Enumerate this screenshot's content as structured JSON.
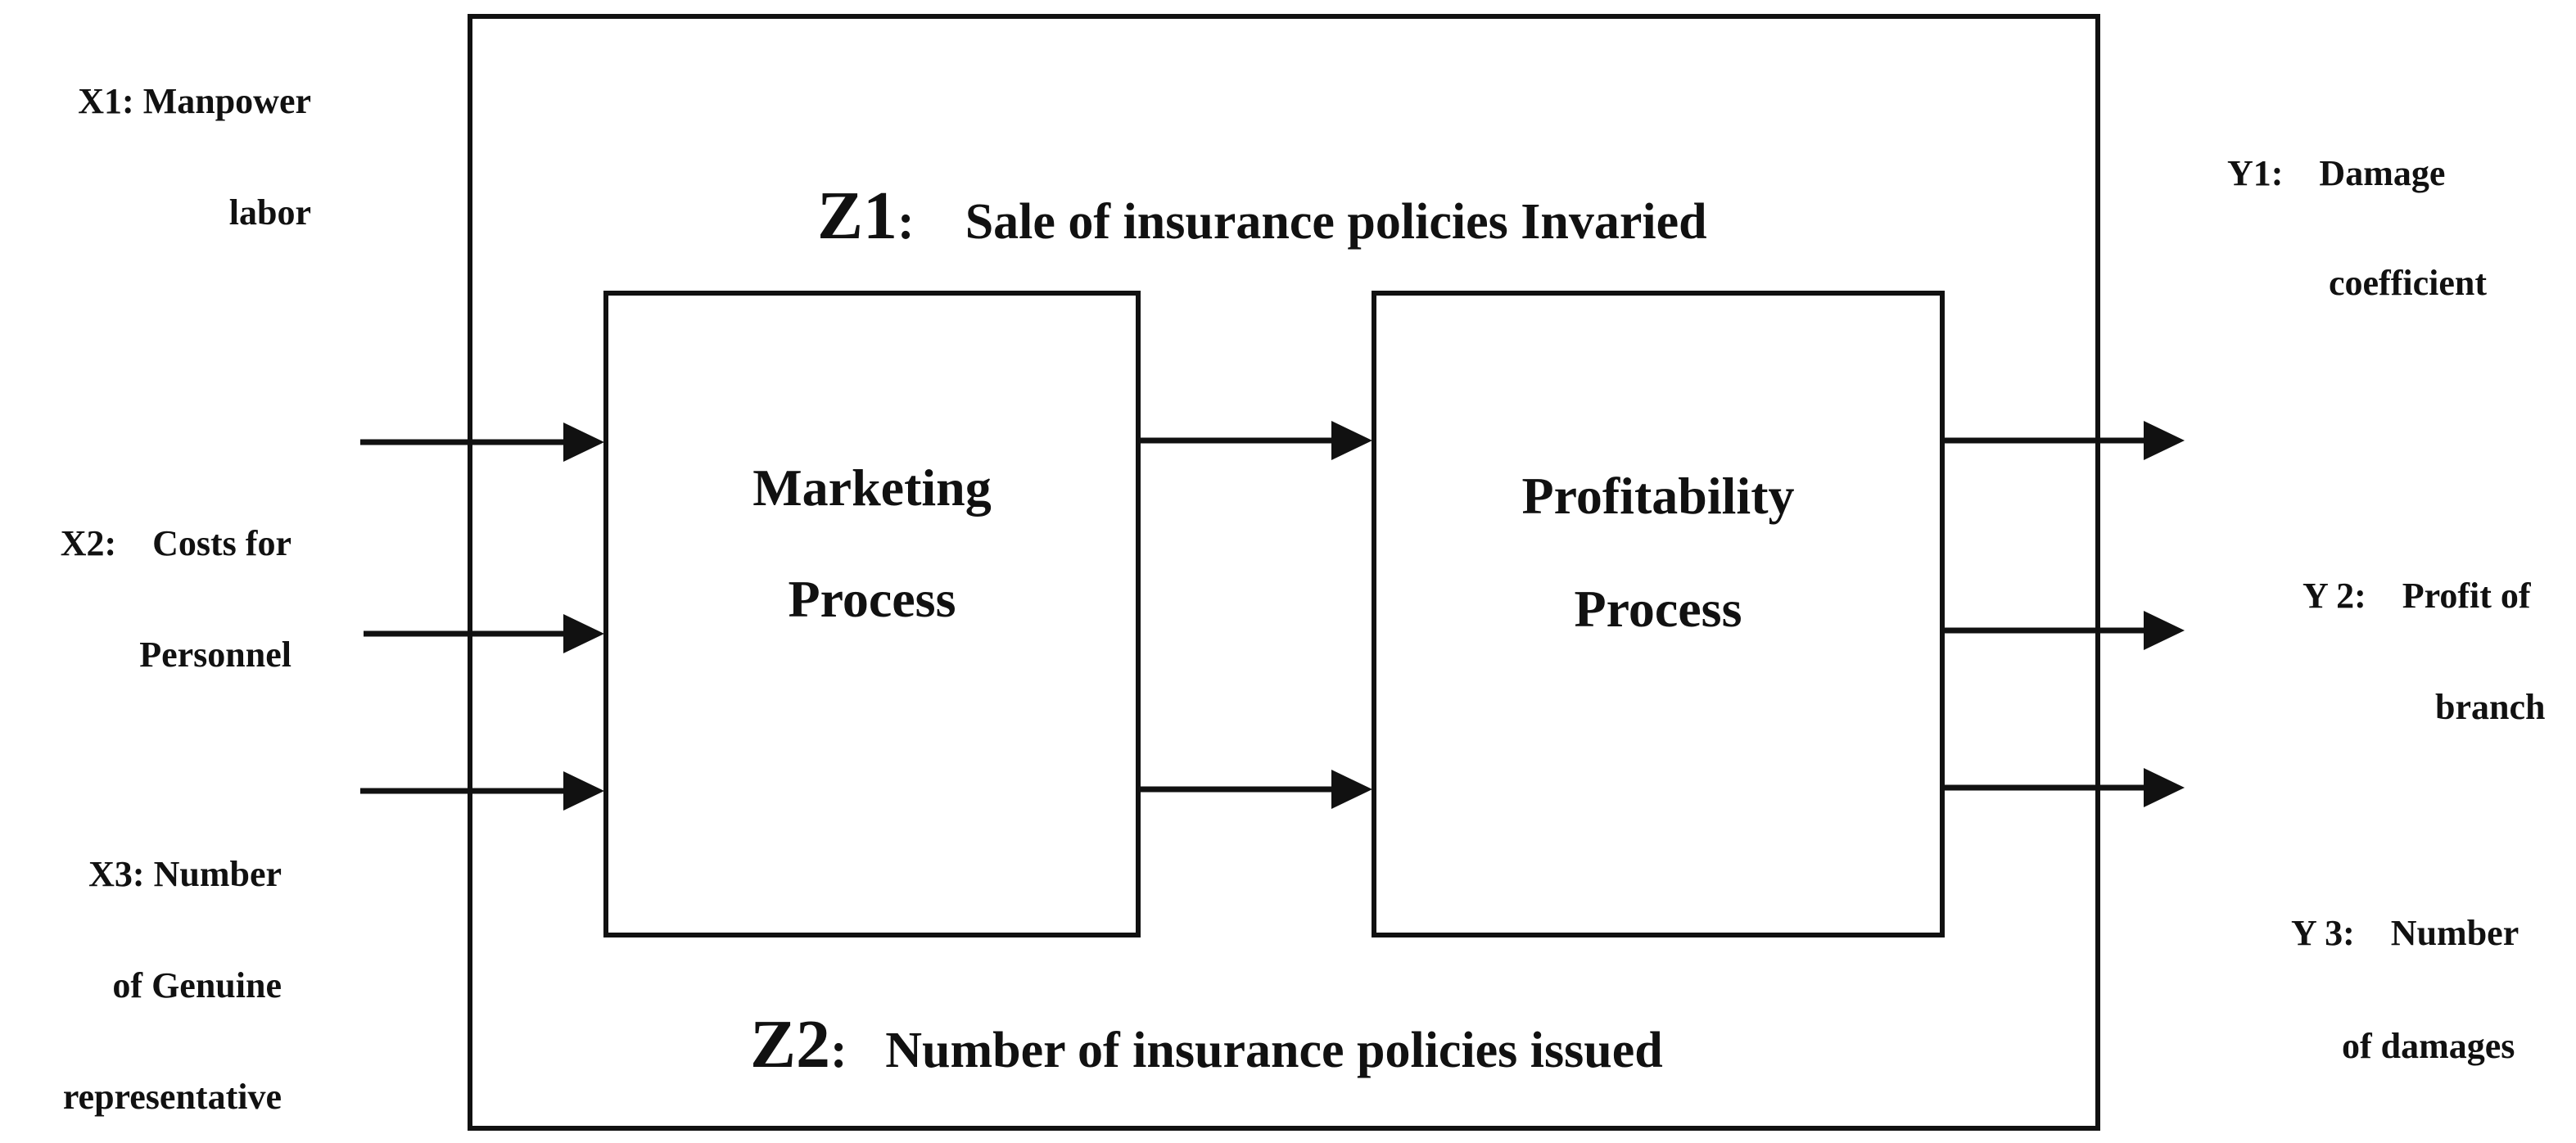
{
  "colors": {
    "stroke": "#111111",
    "background": "#ffffff"
  },
  "inputs": {
    "x1": {
      "line1": "X1: Manpower",
      "line2": "labor"
    },
    "x2": {
      "line1": "X2:    Costs for",
      "line2": "Personnel"
    },
    "x3": {
      "line1": "X3: Number",
      "line2": "of Genuine",
      "line3": "representative"
    }
  },
  "outputs": {
    "y1": {
      "line1": "Y1:    Damage",
      "line2": "coefficient"
    },
    "y2": {
      "line1": "Y 2:    Profit of",
      "line2": "branch"
    },
    "y3": {
      "line1": "Y 3:    Number",
      "line2": "of damages"
    }
  },
  "z1": {
    "id": "Z1",
    "sep": ":",
    "text": "Sale of insurance policies Invaried"
  },
  "z2": {
    "id": "Z2",
    "sep": ":",
    "text": "Number of insurance policies issued"
  },
  "processes": {
    "marketing": {
      "line1": "Marketing",
      "line2": "Process"
    },
    "profitability": {
      "line1": "Profitability",
      "line2": "Process"
    }
  }
}
